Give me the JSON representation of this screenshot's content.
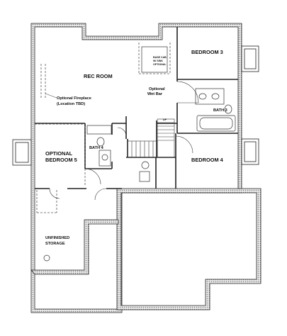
{
  "rooms": {
    "rec_room": "REC ROOM",
    "bedroom_3": "BEDROOM 3",
    "bath_3": "BATH 3",
    "bedroom_4": "BEDROOM 4",
    "bath_4": "BATH 4",
    "optional_bedroom_5": [
      "OPTIONAL",
      "BEDROOM 5"
    ],
    "unfinished_storage": [
      "UNFINISHED",
      "STORAGE"
    ]
  },
  "notes": {
    "fireplace": [
      "Optional Fireplace",
      "(Location TBD)"
    ],
    "wet_bar": [
      "Optional",
      "Wet Bar"
    ],
    "up": "UP",
    "cabinet_note": [
      "BASE CAB",
      "W/ SINK",
      "OPTIONAL"
    ]
  },
  "colors": {
    "wall_fill": "#d6d6d6",
    "wall_stroke": "#222222",
    "line": "#333333",
    "dashed": "#555555"
  }
}
